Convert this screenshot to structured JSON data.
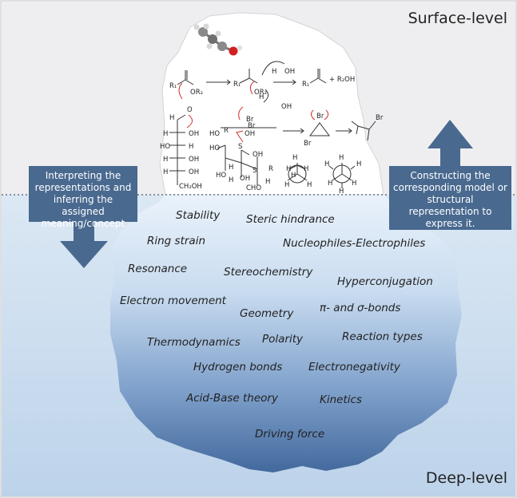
{
  "levels": {
    "surface": "Surface-level",
    "deep": "Deep-level"
  },
  "callouts": {
    "left": "Interpreting the representations and inferring the assigned meaning/concept",
    "right": "Constructing the corresponding model or structural representation to express it."
  },
  "concepts": [
    "Stability",
    "Steric hindrance",
    "Ring strain",
    "Nucleophiles-Electrophiles",
    "Resonance",
    "Stereochemistry",
    "Hyperconjugation",
    "Electron movement",
    "Geometry",
    "π- and σ-bonds",
    "Thermodynamics",
    "Polarity",
    "Reaction types",
    "Hydrogen bonds",
    "Electronegativity",
    "Acid-Base theory",
    "Kinetics",
    "Driving force"
  ],
  "chemistry": {
    "mechanism_labels": [
      "R₁",
      "OR₂",
      "R₁",
      "OR₂",
      "R₁",
      "+ R₂OH",
      "OH",
      "H",
      "H",
      "OH"
    ],
    "fischer_labels": [
      "H",
      "O",
      "H",
      "OH",
      "HO",
      "H",
      "H",
      "OH",
      "H",
      "OH",
      "CH₂OH"
    ],
    "chair_labels": [
      "HO",
      "R",
      "OH",
      "HO",
      "S",
      "OH",
      "HO",
      "S",
      "H",
      "H",
      "OH",
      "R",
      "CHO",
      "H"
    ],
    "bromination_labels": [
      "Br",
      "Br",
      "Br",
      "Br",
      "Br"
    ],
    "newman_labels": [
      "H",
      "H",
      "H",
      "H",
      "H",
      "H",
      "H",
      "H",
      "H",
      "H",
      "H",
      "H"
    ]
  },
  "colors": {
    "callout": "#49698f",
    "surface_bg": "#eeeef0",
    "deep_bg_top": "#dbe8f4",
    "deep_bg_bottom": "#bdd3ea",
    "ice_top": "#e4eef9",
    "ice_bottom": "#4a73a6",
    "stereo_red": "#d0302a"
  }
}
